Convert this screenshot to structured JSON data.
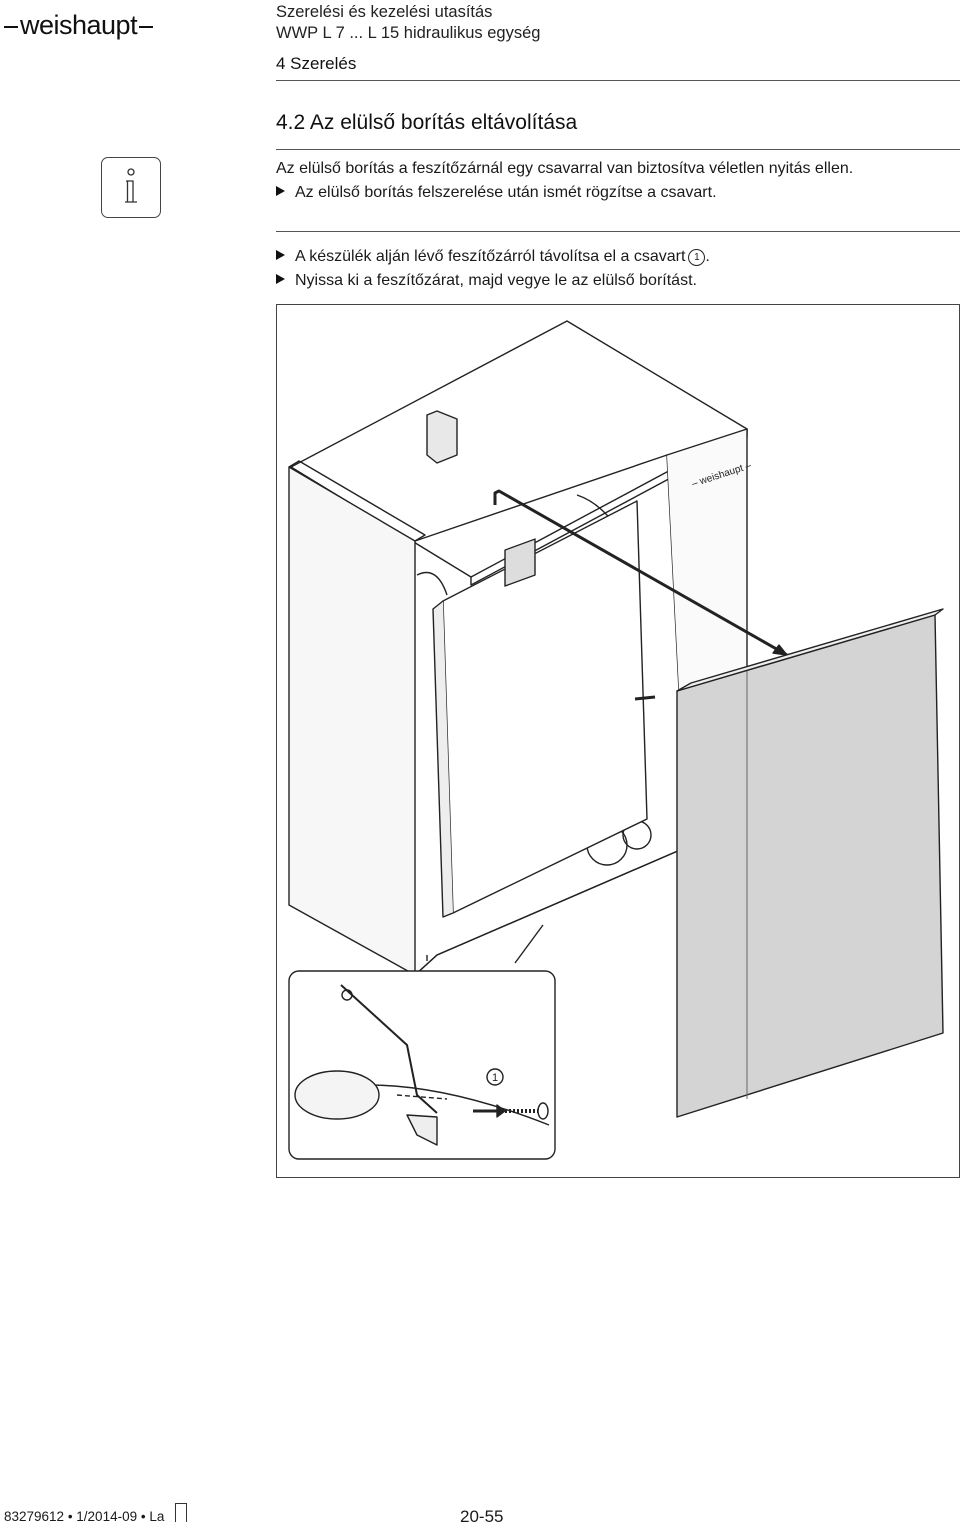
{
  "header": {
    "brand": "weishaupt",
    "doc_title_line1": "Szerelési és kezelési utasítás",
    "doc_title_line2": "WWP L 7 ... L 15 hidraulikus egység",
    "chapter": "4 Szerelés"
  },
  "section": {
    "title": "4.2 Az elülső borítás eltávolítása"
  },
  "info_note": {
    "icon": "info-icon",
    "text": "Az elülső borítás a feszítőzárnál egy csavarral van biztosítva véletlen nyitás ellen.",
    "step": "Az elülső borítás felszerelése után ismét rögzítse a csavart."
  },
  "steps": [
    {
      "text": "A készülék alján lévő feszítőzárról távolítsa el a csavart",
      "callout": "1",
      "suffix": "."
    },
    {
      "text": "Nyissa ki a feszítőzárat, majd vegye le az elülső borítást."
    }
  ],
  "figure": {
    "panel_brand": "weishaupt",
    "callout": "1"
  },
  "footer": {
    "doc_number": "83279612 • 1/2014-09 • La",
    "page": "20-55"
  }
}
